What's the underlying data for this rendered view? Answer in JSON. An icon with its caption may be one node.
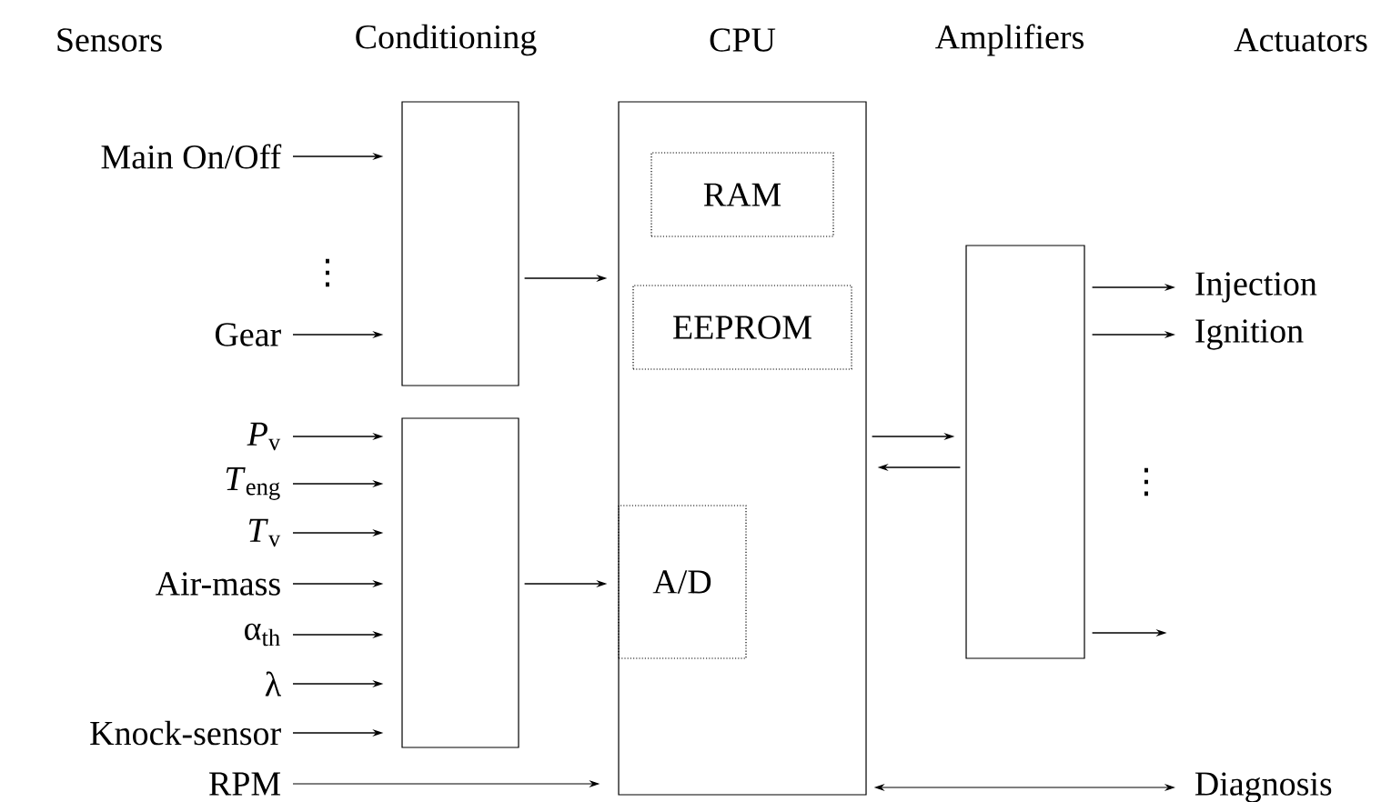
{
  "diagram": {
    "nodes": [
      {
        "text": [
          "Main On/Off"
        ]
      },
      {
        "text": [
          "Gear"
        ]
      },
      {
        "text": [
          "*P*$_{v}$"
        ]
      },
      {
        "text": [
          "*T*$_{eng}$"
        ]
      },
      {
        "text": [
          "*T*$_{v}$"
        ]
      },
      {
        "text": [
          "Air-mass"
        ]
      },
      {
        "text": [
          "α$_{th}$"
        ]
      },
      {
        "text": [
          "λ"
        ]
      },
      {
        "text": [
          "Knock-sensor"
        ]
      },
      {
        "text": [
          "RPM"
        ]
      },
      {
        "text": [],
        "shape": "box"
      },
      {
        "text": [],
        "shape": "box"
      },
      {
        "text": [],
        "shape": "box"
      },
      {
        "text": [
          "RAM"
        ],
        "in": 12
      },
      {
        "text": [
          "EEPROM"
        ],
        "in": 12
      },
      {
        "text": [
          "A/D"
        ],
        "in": 12
      },
      {
        "text": [],
        "shape": "box"
      },
      {
        "text": [
          "Injection"
        ]
      },
      {
        "text": [
          "Ignition"
        ]
      },
      {
        "text": [
          "Diagnosis"
        ]
      }
    ],
    "edges": [
      {
        "from": 0,
        "to": 10,
        "arrow": "to"
      },
      {
        "from": 1,
        "to": 10,
        "arrow": "to"
      },
      {
        "from": 2,
        "to": 11,
        "arrow": "to"
      },
      {
        "from": 3,
        "to": 11,
        "arrow": "to"
      },
      {
        "from": 4,
        "to": 11,
        "arrow": "to"
      },
      {
        "from": 5,
        "to": 11,
        "arrow": "to"
      },
      {
        "from": 6,
        "to": 11,
        "arrow": "to"
      },
      {
        "from": 7,
        "to": 11,
        "arrow": "to"
      },
      {
        "from": 8,
        "to": 11,
        "arrow": "to"
      },
      {
        "from": 9,
        "to": 12,
        "arrow": "to"
      },
      {
        "from": 10,
        "to": 12,
        "arrow": "to"
      },
      {
        "from": 11,
        "to": 12,
        "arrow": "to"
      },
      {
        "from": 12,
        "to": 16,
        "arrow": "to"
      },
      {
        "from": 16,
        "to": 12,
        "arrow": "to"
      },
      {
        "from": 16,
        "to": 17,
        "arrow": "to"
      },
      {
        "from": 16,
        "to": 18,
        "arrow": "to"
      },
      {
        "from": 16,
        "to": null,
        "arrow": "to"
      },
      {
        "from": 12,
        "to": 19,
        "arrow": "both"
      }
    ],
    "labels": [
      "Sensors",
      "Conditioning",
      "CPU",
      "Amplifiers",
      "Actuators",
      "⋮",
      "⋮"
    ]
  }
}
